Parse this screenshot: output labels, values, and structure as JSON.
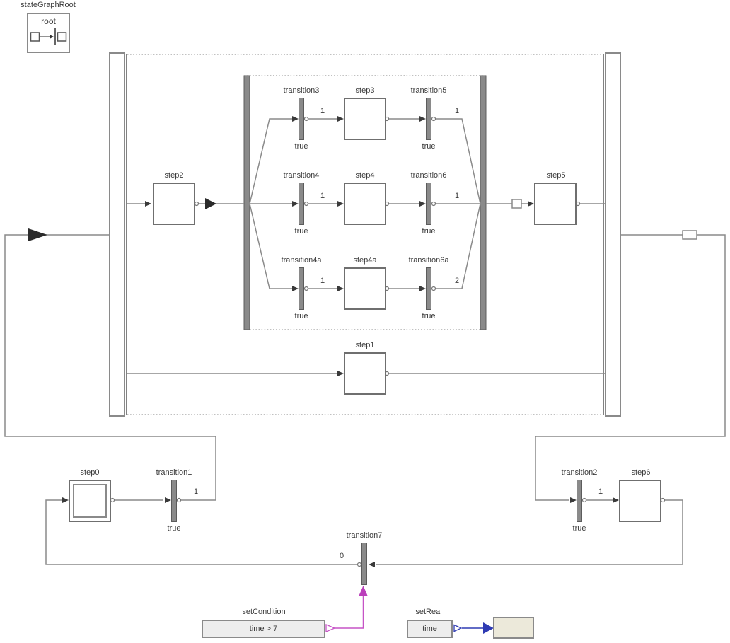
{
  "diagram": {
    "root": {
      "title": "stateGraphRoot",
      "name": "root"
    },
    "steps": {
      "step0": {
        "label": "step0"
      },
      "step1": {
        "label": "step1"
      },
      "step2": {
        "label": "step2"
      },
      "step3": {
        "label": "step3"
      },
      "step4": {
        "label": "step4"
      },
      "step4a": {
        "label": "step4a"
      },
      "step5": {
        "label": "step5"
      },
      "step6": {
        "label": "step6"
      }
    },
    "transitions": {
      "transition1": {
        "label": "transition1",
        "condition": "true",
        "count": "1"
      },
      "transition2": {
        "label": "transition2",
        "condition": "true",
        "count": "1"
      },
      "transition3": {
        "label": "transition3",
        "condition": "true",
        "count": "1"
      },
      "transition4": {
        "label": "transition4",
        "condition": "true",
        "count": "1"
      },
      "transition4a": {
        "label": "transition4a",
        "condition": "true",
        "count": "1"
      },
      "transition5": {
        "label": "transition5",
        "condition": "true",
        "count": "1"
      },
      "transition6": {
        "label": "transition6",
        "condition": "true",
        "count": "1"
      },
      "transition6a": {
        "label": "transition6a",
        "condition": "true",
        "count": "2"
      },
      "transition7": {
        "label": "transition7",
        "count": "0"
      }
    },
    "sources": {
      "setCondition": {
        "label": "setCondition",
        "expression": "time > 7"
      },
      "setReal": {
        "label": "setReal",
        "expression": "time"
      }
    },
    "colors": {
      "connector": "#8a8a8a",
      "frame_dotted": "#9a9a9a",
      "transition_bar": "#8a8a8a",
      "condition_link": "#c653c6",
      "real_link": "#2f3bb3",
      "real_target_fill": "#ece9da"
    }
  }
}
